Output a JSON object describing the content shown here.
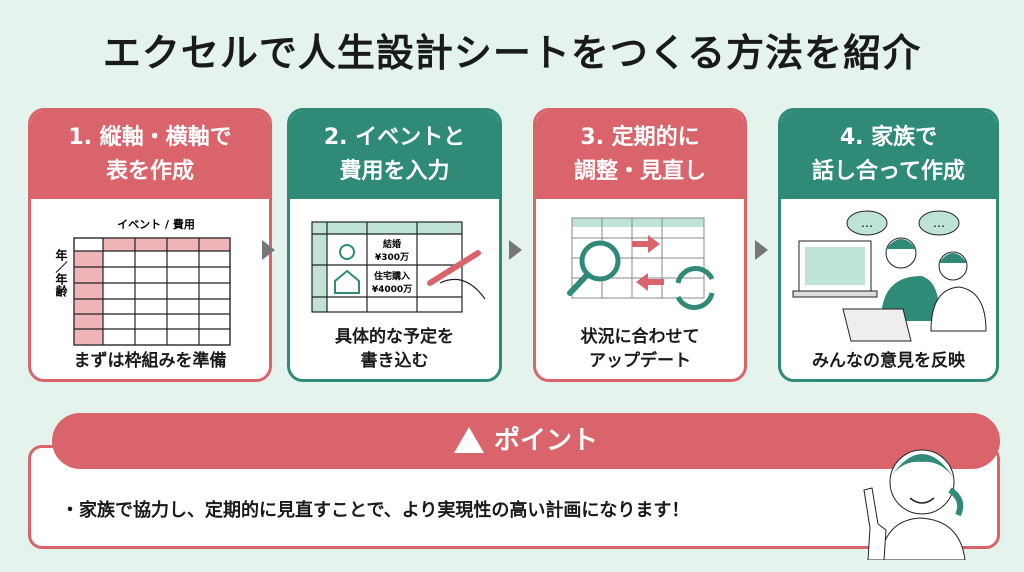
{
  "title": "エクセルで人生設計シートをつくる方法を紹介",
  "steps": [
    {
      "title_line1": "1. 縦軸・横軸で",
      "title_line2": "表を作成",
      "footer_line1": "まずは枠組みを準備",
      "col_label": "イベント / 費用",
      "row_label": "年／年齢"
    },
    {
      "title_line1": "2. イベントと",
      "title_line2": "費用を入力",
      "footer_line1": "具体的な予定を",
      "footer_line2": "書き込む",
      "event1": "結婚",
      "cost1": "¥300万",
      "event2": "住宅購入",
      "cost2": "¥4000万"
    },
    {
      "title_line1": "3. 定期的に",
      "title_line2": "調整・見直し",
      "footer_line1": "状況に合わせて",
      "footer_line2": "アップデート"
    },
    {
      "title_line1": "4. 家族で",
      "title_line2": "話し合って作成",
      "footer_line1": "みんなの意見を反映",
      "bubble": "…"
    }
  ],
  "point": {
    "heading": "ポイント",
    "text": "・家族で協力し、定期的に見直すことで、より実現性の高い計画になります！"
  },
  "colors": {
    "red": "#d9646c",
    "teal": "#2f8a78",
    "background": "#e4f4ec"
  }
}
